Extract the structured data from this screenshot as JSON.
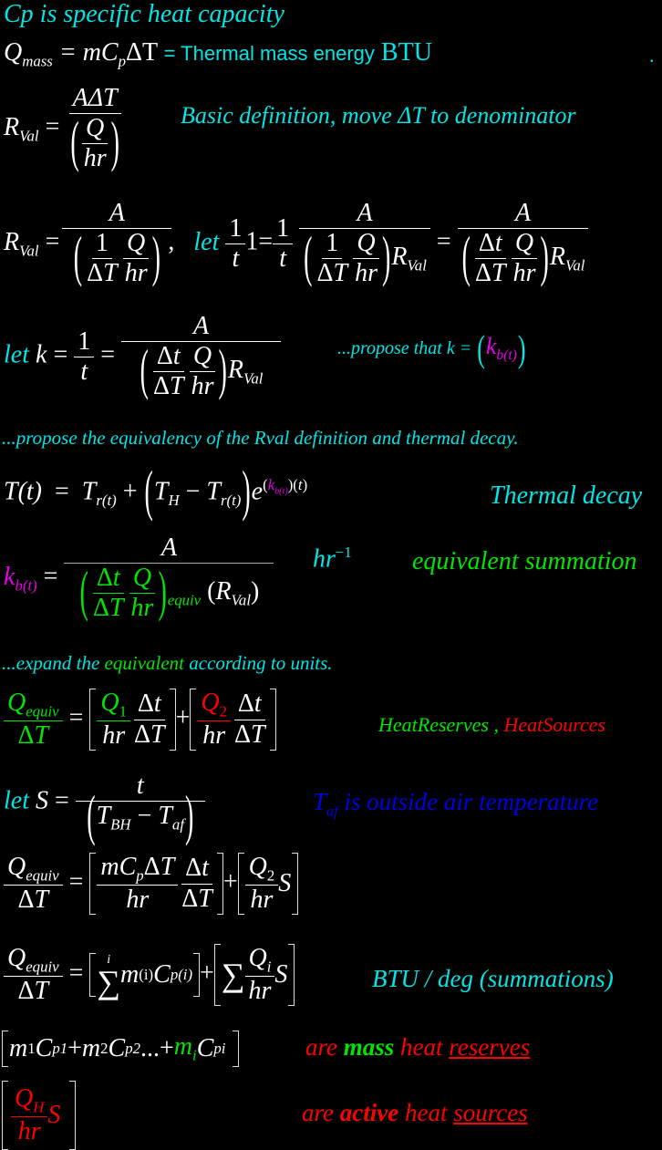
{
  "lines": {
    "l1": "Cp is specific heat capacity",
    "l2_lhs": "Q",
    "l2_sub": "mass",
    "l2_rhs": "= mC",
    "l2_rhs_sub": "p",
    "l2_rhs2": "ΔT",
    "l2_note": "= Thermal mass energy",
    "l2_unit": "BTU",
    "l2_dot": ".",
    "l3_note": "Basic definition,    move ΔT to denominator",
    "l5_note": "...propose that k =",
    "l6": "...propose the equivalency of  the Rval definition and thermal decay.",
    "l7_note": "Thermal decay",
    "l8_unit": "hr",
    "l8_exp": "−1",
    "l8_note": "equivalent summation",
    "l9_a": "...expand the ",
    "l9_b": "equivalent",
    "l9_c": " according to units.",
    "l10_note_a": "HeatReserves",
    "l10_note_sep": " , ",
    "l10_note_b": "HeatSources",
    "l11_note": "T",
    "l11_note_sub": "af",
    "l11_note_rest": " is outside air temperature",
    "l13_note": "BTU / deg  (summations)",
    "l14_a": "are ",
    "l14_b": "mass",
    "l14_c": " heat ",
    "l14_d": "reserves",
    "l15_a": "are ",
    "l15_b": "active",
    "l15_c": " heat ",
    "l15_d": "sources"
  },
  "sym": {
    "R": "R",
    "Val": "Val",
    "A": "A",
    "AdT": "AΔT",
    "Q": "Q",
    "hr": "hr",
    "one": "1",
    "dT": "ΔT",
    "dt": "Δt",
    "t": "t",
    "let": "let",
    "k": "k",
    "kb": "k",
    "b_t": "b(t)",
    "eq": "=",
    "comma": ",",
    "plus": "+",
    "T_t": "T(t)",
    "Tr": "T",
    "r_t": "r(t)",
    "TH": "T",
    "H": "H",
    "minus": "−",
    "e": "e",
    "equiv": "equiv",
    "Q1": "Q",
    "s1": "1",
    "Q2": "Q",
    "s2": "2",
    "S": "S",
    "TBH": "T",
    "BH": "BH",
    "Taf": "T",
    "af": "af",
    "mCp": "mC",
    "p": "p",
    "sum": "∑",
    "i": "i",
    "m_i": "m",
    "p_i": "p(i)",
    "paren_i": "(i)",
    "Qi": "Q",
    "m1": "m",
    "c1": "1",
    "Cp1": "C",
    "p1": "p1",
    "m2": "m",
    "c2": "2",
    "p2": "p2",
    "dots": "...",
    "Cpi": "C",
    "pi": "pi",
    "QH": "Q",
    "Hs": "H"
  }
}
